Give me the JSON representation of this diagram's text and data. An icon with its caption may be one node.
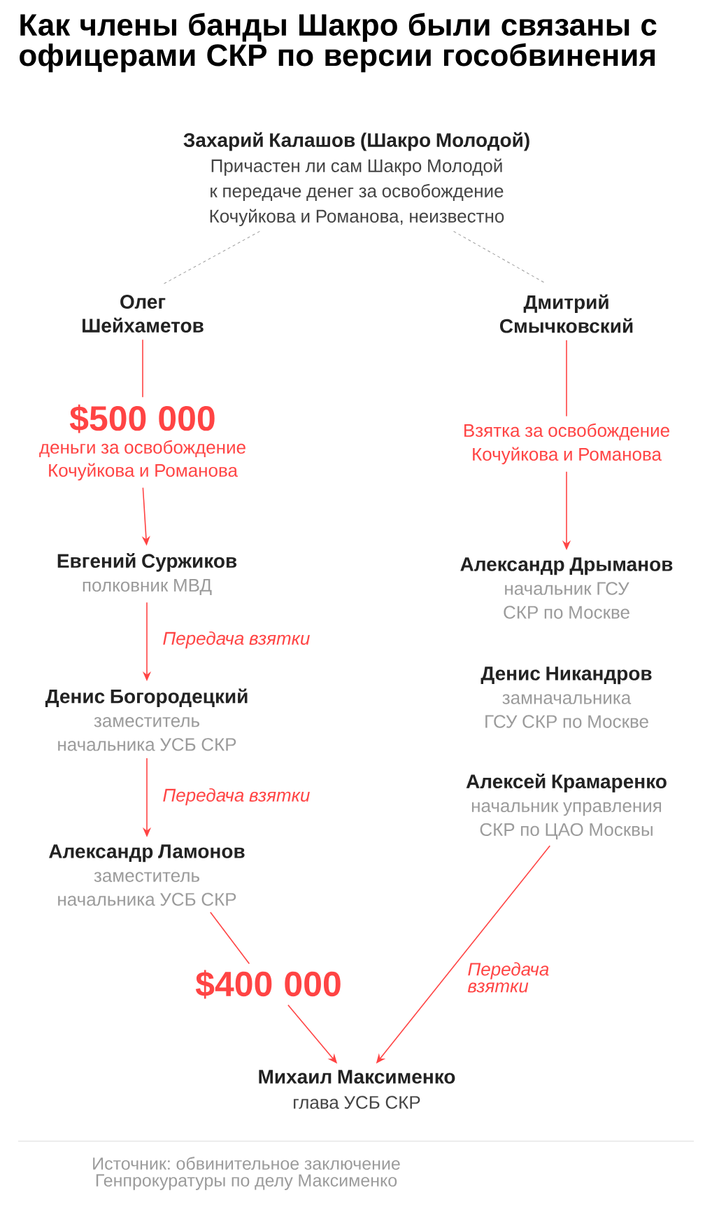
{
  "diagram": {
    "title": "Как члены банды Шакро были связаны с офицерами СКР по версии гособвинения",
    "caption": "Источник: обвинительное заключение Генпрокуратуры по делу Максименко",
    "nodes": [
      {
        "text": [
          "Захарий Калашов (Шакро Молодой)",
          "Причастен ли сам Шакро Молодой к передаче денег за освобождение Кочуйкова и Романова, неизвестно"
        ]
      },
      {
        "text": [
          "Олег Шейхаметов"
        ]
      },
      {
        "text": [
          "Дмитрий Смычковский"
        ]
      },
      {
        "text": [
          "$500 000",
          "деньги за освобождение Кочуйкова и Романова"
        ]
      },
      {
        "text": [
          "Взятка за освобождение Кочуйкова и Романова"
        ]
      },
      {
        "text": [
          "Евгений Суржиков",
          "полковник МВД"
        ]
      },
      {
        "text": [
          "Александр Дрыманов",
          "начальник ГСУ СКР по Москве"
        ]
      },
      {
        "text": [
          "Денис Богородецкий",
          "заместитель начальника УСБ СКР"
        ]
      },
      {
        "text": [
          "Денис Никандров",
          "замначальника ГСУ СКР по Москве"
        ]
      },
      {
        "text": [
          "Александр Ламонов",
          "заместитель начальника УСБ СКР"
        ]
      },
      {
        "text": [
          "Алексей Крамаренко",
          "начальник управления СКР по ЦАО Москвы"
        ]
      },
      {
        "text": [
          "$400 000"
        ]
      },
      {
        "text": [
          "Михаил Максименко",
          "глава УСБ СКР"
        ]
      }
    ],
    "edges": [
      {
        "from": 0,
        "to": 1,
        "arrow": "none",
        "style": "dashed",
        "color": "#9b9b9b"
      },
      {
        "from": 0,
        "to": 2,
        "arrow": "none",
        "style": "dashed",
        "color": "#9b9b9b"
      },
      {
        "from": 1,
        "to": 3,
        "arrow": "none"
      },
      {
        "from": 2,
        "to": 4,
        "arrow": "none"
      },
      {
        "from": 3,
        "to": 5,
        "arrow": "to"
      },
      {
        "from": 4,
        "to": 6,
        "arrow": "to"
      },
      {
        "from": 5,
        "to": 7,
        "arrow": "to",
        "label": "Передача взятки"
      },
      {
        "from": 7,
        "to": 9,
        "arrow": "to",
        "label": "Передача взятки"
      },
      {
        "from": 9,
        "to": 11,
        "arrow": "none"
      },
      {
        "from": 11,
        "to": 12,
        "arrow": "to"
      },
      {
        "from": 10,
        "to": 12,
        "arrow": "to",
        "label": "Передача взятки"
      }
    ]
  }
}
